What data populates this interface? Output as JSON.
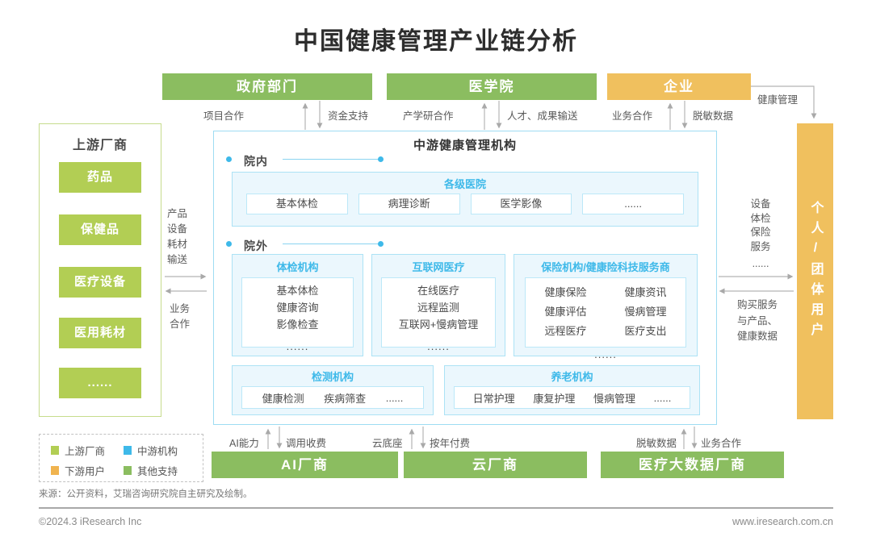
{
  "title": "中国健康管理产业链分析",
  "colors": {
    "green": "#8bbd60",
    "light_green": "#b2ce54",
    "amber": "#f0c05e",
    "blue": "#3eb9e9"
  },
  "top": {
    "government": "政府部门",
    "medical_school": "医学院",
    "enterprise": "企业",
    "links": {
      "gov_up": "项目合作",
      "gov_down": "资金支持",
      "school_up": "产学研合作",
      "school_down": "人才、成果输送",
      "ent_up": "业务合作",
      "ent_down": "脱敏数据",
      "ent_to_user": "健康管理"
    }
  },
  "upstream": {
    "title": "上游厂商",
    "items": [
      "药品",
      "保健品",
      "医疗设备",
      "医用耗材",
      "......"
    ],
    "links": {
      "supply": [
        "产品",
        "设备",
        "耗材",
        "输送"
      ],
      "coop": [
        "业务",
        "合作"
      ]
    }
  },
  "midstream": {
    "title": "中游健康管理机构",
    "in_hospital": "院内",
    "out_hospital": "院外",
    "hospital": {
      "title": "各级医院",
      "items": [
        "基本体检",
        "病理诊断",
        "医学影像",
        "......"
      ]
    },
    "checkup": {
      "title": "体检机构",
      "items": [
        "基本体检",
        "健康咨询",
        "影像检查",
        "......"
      ]
    },
    "internet": {
      "title": "互联网医疗",
      "items": [
        "在线医疗",
        "远程监测",
        "互联网+慢病管理",
        "......"
      ]
    },
    "insurance": {
      "title": "保险机构/健康险科技服务商",
      "items": [
        "健康保险",
        "健康资讯",
        "健康评估",
        "慢病管理",
        "远程医疗",
        "医疗支出",
        "......"
      ]
    },
    "testing": {
      "title": "检测机构",
      "items": [
        "健康检测",
        "疾病筛查",
        "......"
      ]
    },
    "eldercare": {
      "title": "养老机构",
      "items": [
        "日常护理",
        "康复护理",
        "慢病管理",
        "......"
      ]
    }
  },
  "downstream": {
    "user_label": "个人/团体用户",
    "links": {
      "services": [
        "设备",
        "体检",
        "保险",
        "服务",
        "......"
      ],
      "purchase": [
        "购买服务",
        "与产品、",
        "健康数据"
      ]
    }
  },
  "support": {
    "ai": "AI厂商",
    "cloud": "云厂商",
    "bigdata": "医疗大数据厂商",
    "links": {
      "ai_up": "AI能力",
      "ai_down": "调用收费",
      "cloud_up": "云底座",
      "cloud_down": "按年付费",
      "bigdata_up": "脱敏数据",
      "bigdata_down": "业务合作"
    }
  },
  "legend": {
    "upstream": "上游厂商",
    "midstream": "中游机构",
    "downstream": "下游用户",
    "support": "其他支持"
  },
  "footer": {
    "source": "来源：公开资料，艾瑞咨询研究院自主研究及绘制。",
    "copyright": "©2024.3 iResearch Inc",
    "website": "www.iresearch.com.cn"
  }
}
